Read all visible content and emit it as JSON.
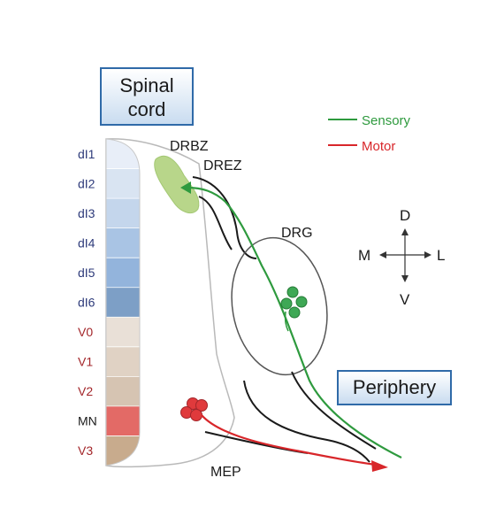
{
  "boxes": {
    "spinal_line1": "Spinal",
    "spinal_line2": "cord",
    "periphery": "Periphery"
  },
  "domains": [
    {
      "label": "dI1",
      "color": "#e8eef8",
      "text_color": "#2d3a7a"
    },
    {
      "label": "dI2",
      "color": "#d9e4f2",
      "text_color": "#2d3a7a"
    },
    {
      "label": "dI3",
      "color": "#c4d6ec",
      "text_color": "#2d3a7a"
    },
    {
      "label": "dI4",
      "color": "#a9c4e4",
      "text_color": "#2d3a7a"
    },
    {
      "label": "dI5",
      "color": "#93b4dc",
      "text_color": "#2d3a7a"
    },
    {
      "label": "dI6",
      "color": "#7d9fc6",
      "text_color": "#2d3a7a"
    },
    {
      "label": "V0",
      "color": "#e9e0d7",
      "text_color": "#a3262a"
    },
    {
      "label": "V1",
      "color": "#e0d2c4",
      "text_color": "#a3262a"
    },
    {
      "label": "V2",
      "color": "#d6c4b2",
      "text_color": "#a3262a"
    },
    {
      "label": "MN",
      "color": "#e36a66",
      "text_color": "#1a1a1a"
    },
    {
      "label": "V3",
      "color": "#c8ab8d",
      "text_color": "#a3262a"
    }
  ],
  "anatomy": {
    "drbz": "DRBZ",
    "drez": "DREZ",
    "drg": "DRG",
    "mep": "MEP"
  },
  "legend": {
    "sensory": "Sensory",
    "motor": "Motor",
    "sensory_color": "#2e9a3e",
    "motor_color": "#d8262a"
  },
  "compass": {
    "dorsal": "D",
    "ventral": "V",
    "medial": "M",
    "lateral": "L"
  }
}
